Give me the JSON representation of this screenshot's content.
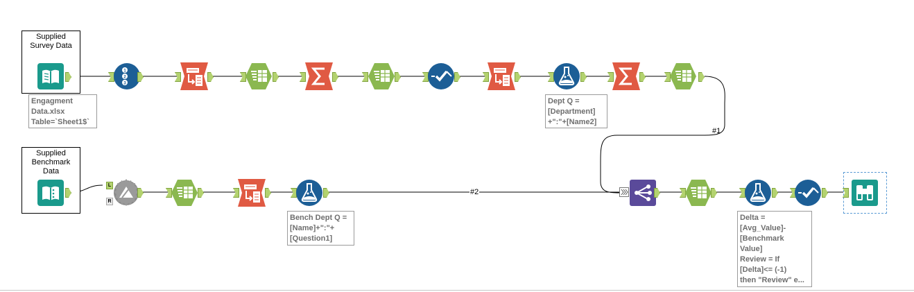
{
  "containers": {
    "survey": {
      "title": "Supplied\nSurvey Data"
    },
    "benchmark": {
      "title": "Supplied\nBenchmark\nData"
    }
  },
  "annotations": {
    "survey_input": "Engagment\nData.xlsx\nTable=`Sheet1$`",
    "dept_q": "Dept Q =\n[Department]\n+\":\"+[Name2]",
    "bench_dept_q": "Bench Dept Q =\n[Name]+\":\"+\n[Question1]",
    "delta": "Delta =\n[Avg_Value]-\n[Benchmark\nValue]\nReview = If\n[Delta]<= (-1)\nthen \"Review\" e..."
  },
  "wire_labels": {
    "w1": "#1",
    "w2": "#2"
  },
  "join_anchor_labels": {
    "left": "L",
    "right": "R"
  },
  "tools": [
    {
      "id": "survey-input",
      "icon": "input-book-icon",
      "color": "#1a9a8c"
    },
    {
      "id": "record-id",
      "icon": "record-id-icon",
      "color": "#1c5e96"
    },
    {
      "id": "transpose-1",
      "icon": "transpose-icon",
      "color": "#e05a43"
    },
    {
      "id": "select-1",
      "icon": "select-icon",
      "color": "#8bb850"
    },
    {
      "id": "summarize-1",
      "icon": "summarize-icon",
      "color": "#e05a43"
    },
    {
      "id": "select-2",
      "icon": "select-icon",
      "color": "#8bb850"
    },
    {
      "id": "filter-1",
      "icon": "filter-check-icon",
      "color": "#1c5e96"
    },
    {
      "id": "transpose-2",
      "icon": "transpose-icon",
      "color": "#e05a43"
    },
    {
      "id": "formula-1",
      "icon": "formula-flask-icon",
      "color": "#1c5e96"
    },
    {
      "id": "summarize-2",
      "icon": "summarize-icon",
      "color": "#e05a43"
    },
    {
      "id": "select-3",
      "icon": "select-icon",
      "color": "#8bb850"
    },
    {
      "id": "benchmark-input",
      "icon": "input-book-icon",
      "color": "#1a9a8c"
    },
    {
      "id": "join",
      "icon": "join-icon",
      "color": "#8a8a8a"
    },
    {
      "id": "select-4",
      "icon": "select-icon",
      "color": "#8bb850"
    },
    {
      "id": "transpose-3",
      "icon": "transpose-icon",
      "color": "#e05a43"
    },
    {
      "id": "formula-2",
      "icon": "formula-flask-icon",
      "color": "#1c5e96"
    },
    {
      "id": "union",
      "icon": "union-icon",
      "color": "#5a4a9a"
    },
    {
      "id": "select-5",
      "icon": "select-icon",
      "color": "#8bb850"
    },
    {
      "id": "formula-3",
      "icon": "formula-flask-icon",
      "color": "#1c5e96"
    },
    {
      "id": "filter-2",
      "icon": "filter-check-icon",
      "color": "#1c5e96"
    },
    {
      "id": "browse",
      "icon": "browse-binoculars-icon",
      "color": "#1a9a8c"
    }
  ]
}
